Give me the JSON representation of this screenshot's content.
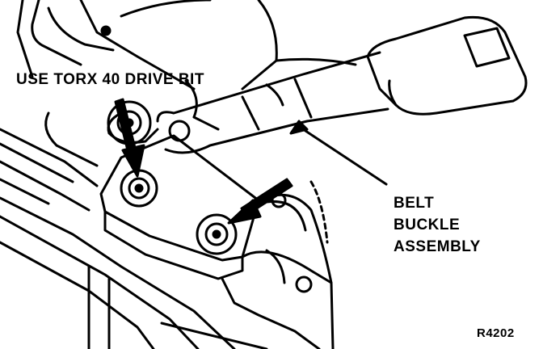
{
  "labels": {
    "tool_note": "USE TORX 40 DRIVE BIT",
    "callout_line1": "BELT",
    "callout_line2": "BUCKLE",
    "callout_line3": "ASSEMBLY",
    "figure_ref": "R4202"
  },
  "colors": {
    "ink": "#000000",
    "paper": "#ffffff"
  },
  "icons": [
    "torx-screw-icon",
    "arrow-icon"
  ]
}
